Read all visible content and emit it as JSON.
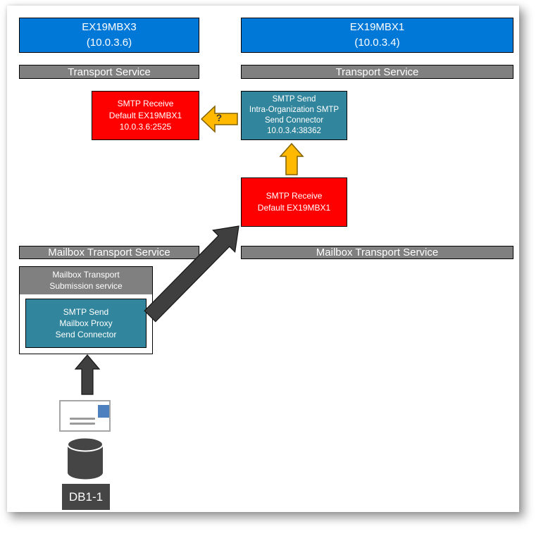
{
  "diagram": {
    "servers": {
      "left": {
        "name": "EX19MBX3",
        "ip": "(10.0.3.6)"
      },
      "right": {
        "name": "EX19MBX1",
        "ip": "(10.0.3.4)"
      }
    },
    "service_bars": {
      "transport_left": "Transport Service",
      "transport_right": "Transport Service",
      "mailbox_left": "Mailbox Transport Service",
      "mailbox_right": "Mailbox Transport Service"
    },
    "nodes": {
      "smtp_receive_ex19mbx3": {
        "lines": [
          "SMTP Receive",
          "Default EX19MBX1",
          "10.0.3.6:2525"
        ]
      },
      "smtp_send_intra_org": {
        "lines": [
          "SMTP Send",
          "Intra-Organization SMTP",
          "Send Connector",
          "10.0.3.4:38362"
        ]
      },
      "smtp_receive_ex19mbx1": {
        "lines": [
          "SMTP Receive",
          "Default EX19MBX1"
        ]
      },
      "mailbox_transport_submission": {
        "lines": [
          "Mailbox Transport",
          "Submission service"
        ]
      },
      "smtp_send_mailbox_proxy": {
        "lines": [
          "SMTP Send",
          "Mailbox Proxy",
          "Send Connector"
        ]
      }
    },
    "annotations": {
      "question_mark": "?"
    },
    "database": {
      "label": "DB1-1"
    },
    "colors": {
      "server_blue": "#0078D7",
      "receive_red": "#FF0000",
      "send_teal": "#31859C",
      "bar_gray": "#808080",
      "arrow_dark": "#3F3F3F",
      "arrow_orange": "#FFB900",
      "arrow_orange_outline": "#806000",
      "stamp_blue": "#4E7FBF",
      "database_gray": "#454545"
    }
  }
}
